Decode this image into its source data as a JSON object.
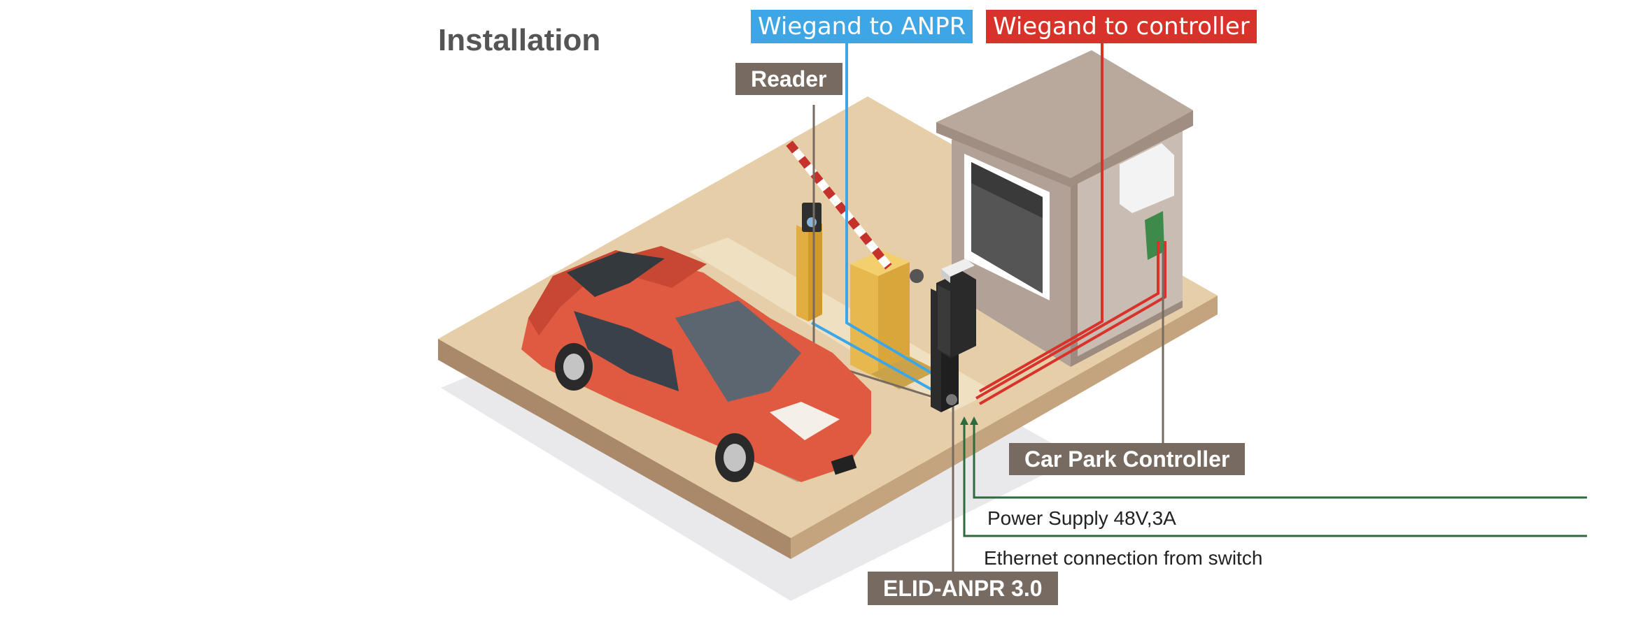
{
  "title": "Installation",
  "labels": {
    "wiegand_anpr": "Wiegand to ANPR",
    "wiegand_controller": "Wiegand to controller",
    "reader": "Reader",
    "car_park_controller": "Car Park Controller",
    "power_supply": "Power Supply 48V,3A",
    "ethernet": "Ethernet connection from switch",
    "elid_anpr": "ELID-ANPR 3.0"
  },
  "colors": {
    "wiegand_anpr": "#3fa6e6",
    "wiegand_controller": "#d8332b",
    "label_bg": "#776b61",
    "power_ethernet_line": "#2e6b3c",
    "car": "#e05a42",
    "ground": "#e6cfa8"
  }
}
